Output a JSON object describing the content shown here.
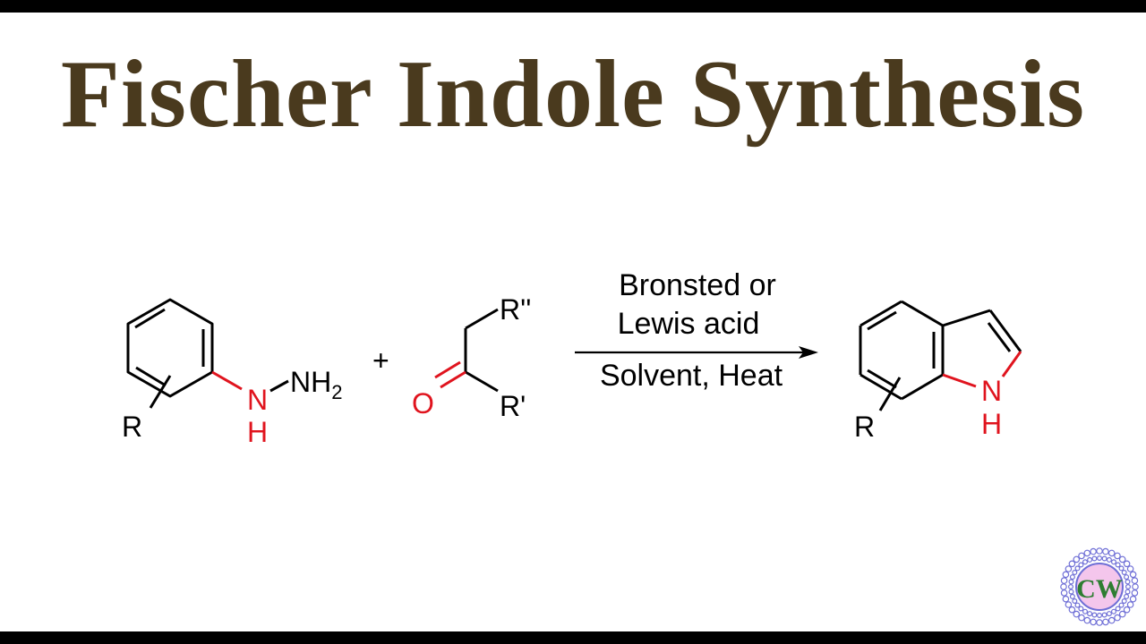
{
  "title": "Fischer Indole Synthesis",
  "colors": {
    "title": "#4a3a1e",
    "bond": "#000000",
    "highlight": "#e0141e",
    "frame": "#000000",
    "background": "#ffffff",
    "logo_ring": "#6f6fd6",
    "logo_fill": "#f4c6ec"
  },
  "reactant1": {
    "substituent": "R",
    "nh": "N",
    "h": "H",
    "nh2": "NH",
    "nh2_subscript": "2"
  },
  "plus": "+",
  "reactant2": {
    "oxygen": "O",
    "r_double_prime": "R''",
    "r_prime": "R'"
  },
  "conditions": {
    "above_line1": "Bronsted or",
    "above_line2": "Lewis acid",
    "below": "Solvent, Heat"
  },
  "product": {
    "substituent": "R",
    "nh": "N",
    "h": "H"
  },
  "logo": {
    "letters": "CW",
    "icon": "cw-logo-icon"
  }
}
